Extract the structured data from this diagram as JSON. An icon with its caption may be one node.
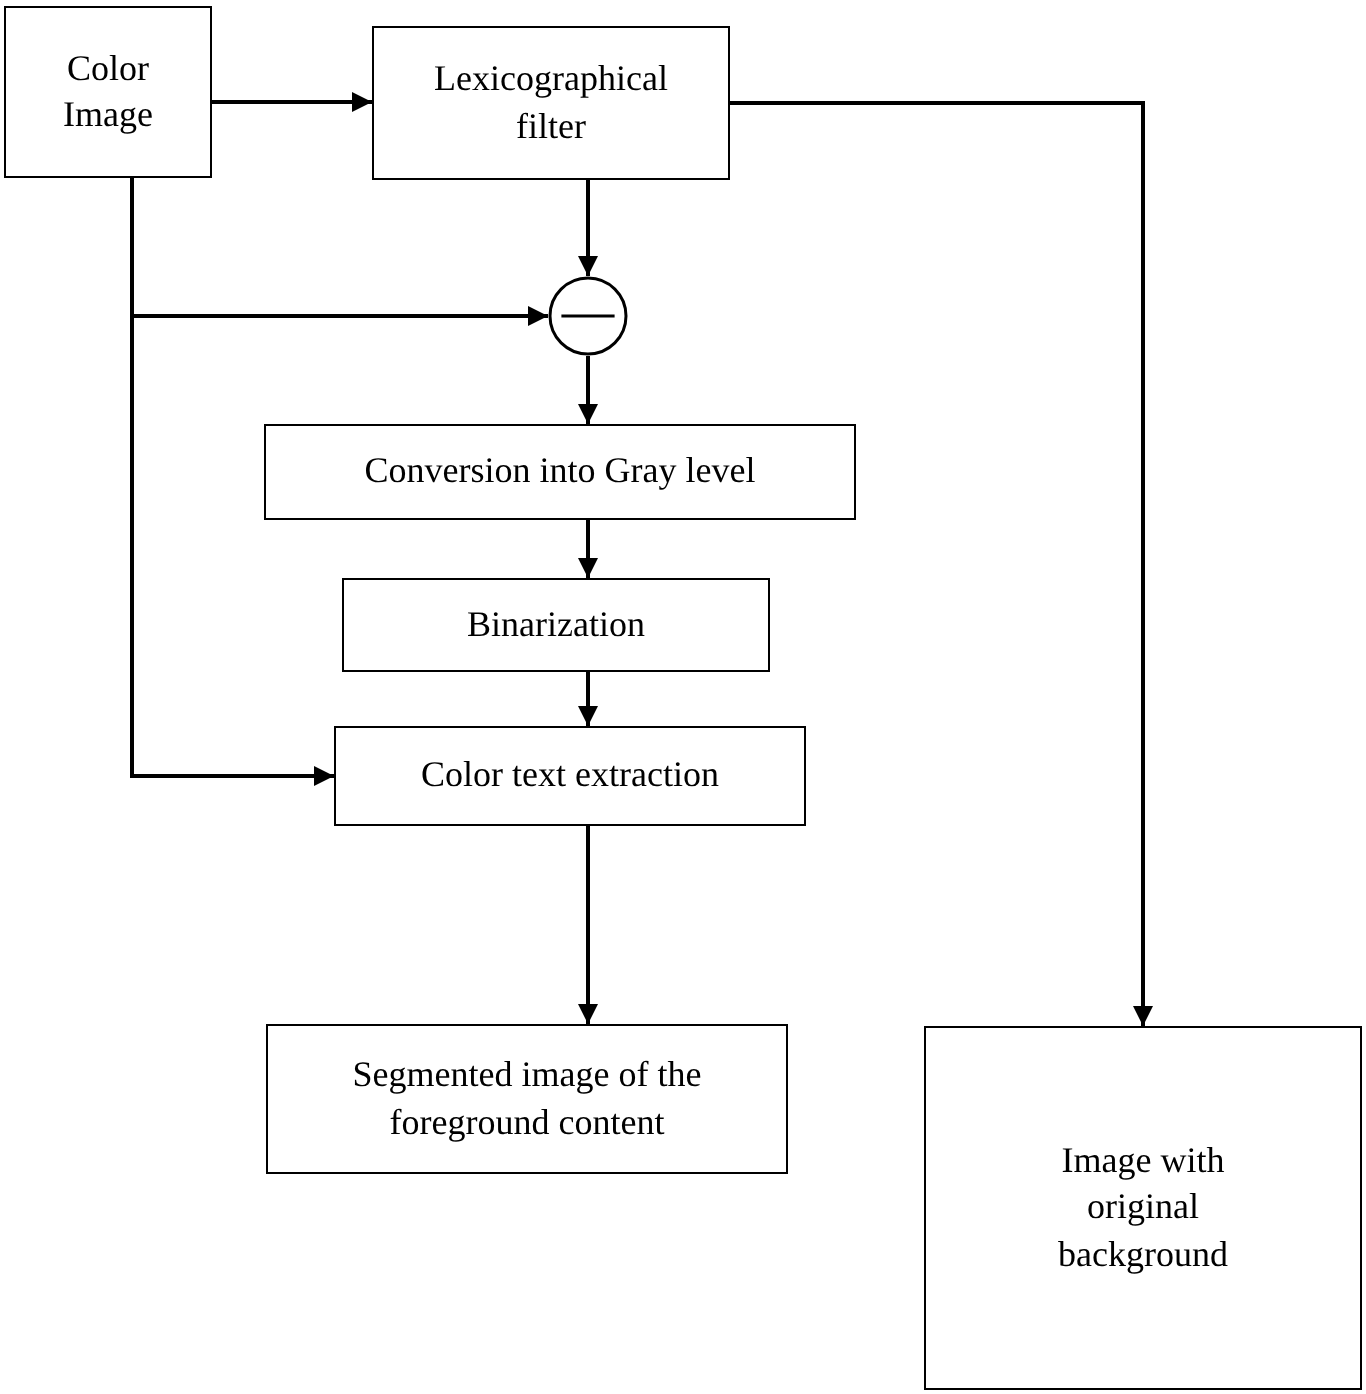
{
  "diagram": {
    "nodes": [
      {
        "text": [
          "Color Image"
        ]
      },
      {
        "text": [
          "Lexicographical filter"
        ]
      },
      {
        "text": [],
        "shape": "circle"
      },
      {
        "text": [
          "Conversion into Gray level"
        ]
      },
      {
        "text": [
          "Binarization"
        ]
      },
      {
        "text": [
          "Color text extraction"
        ]
      },
      {
        "text": [
          "Segmented image of the foreground content"
        ]
      },
      {
        "text": [
          "Image with original background"
        ]
      }
    ],
    "edges": [
      {
        "from": 0,
        "to": 1,
        "arrow": "to"
      },
      {
        "from": 1,
        "to": 2,
        "arrow": "to"
      },
      {
        "from": 0,
        "to": 2,
        "arrow": "to"
      },
      {
        "from": 2,
        "to": 3,
        "arrow": "to"
      },
      {
        "from": 3,
        "to": 4,
        "arrow": "to"
      },
      {
        "from": 4,
        "to": 5,
        "arrow": "to"
      },
      {
        "from": 0,
        "to": 5,
        "arrow": "to"
      },
      {
        "from": 5,
        "to": 6,
        "arrow": "to"
      },
      {
        "from": 1,
        "to": 7,
        "arrow": "to"
      }
    ]
  }
}
